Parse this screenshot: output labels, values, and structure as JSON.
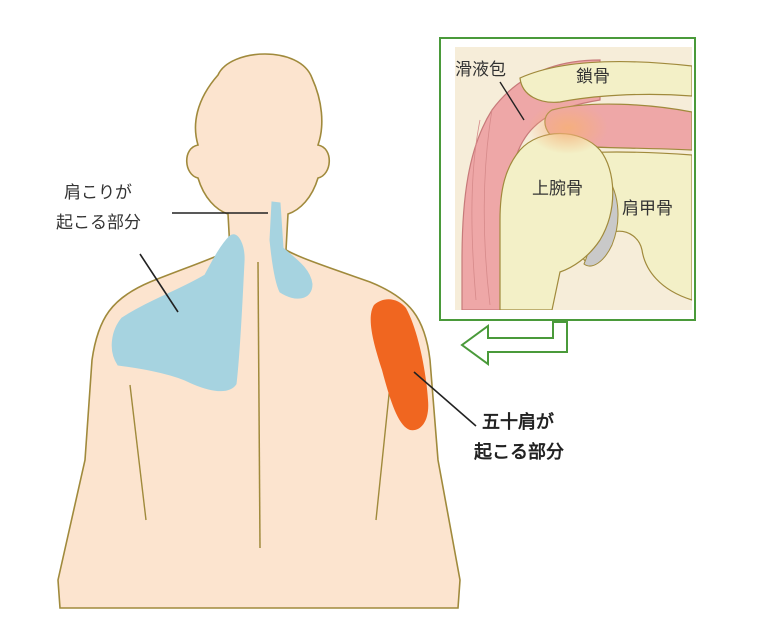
{
  "labels": {
    "katakori_line1": "肩こりが",
    "katakori_line2": "起こる部分",
    "gojukata_line1": "五十肩が",
    "gojukata_line2": "起こる部分",
    "bursa": "滑液包",
    "clavicle": "鎖骨",
    "humerus": "上腕骨",
    "scapula": "肩甲骨"
  },
  "colors": {
    "skin": "#fce4cf",
    "outline": "#a08a3c",
    "katakori_area": "#a6d3e0",
    "gojukata_area": "#f06620",
    "inset_border": "#4a9a3a",
    "bone": "#f3f0c7",
    "cartilage": "#c9c9c9",
    "muscle": "#eea7a7",
    "inflammation": "#f3c08a"
  }
}
